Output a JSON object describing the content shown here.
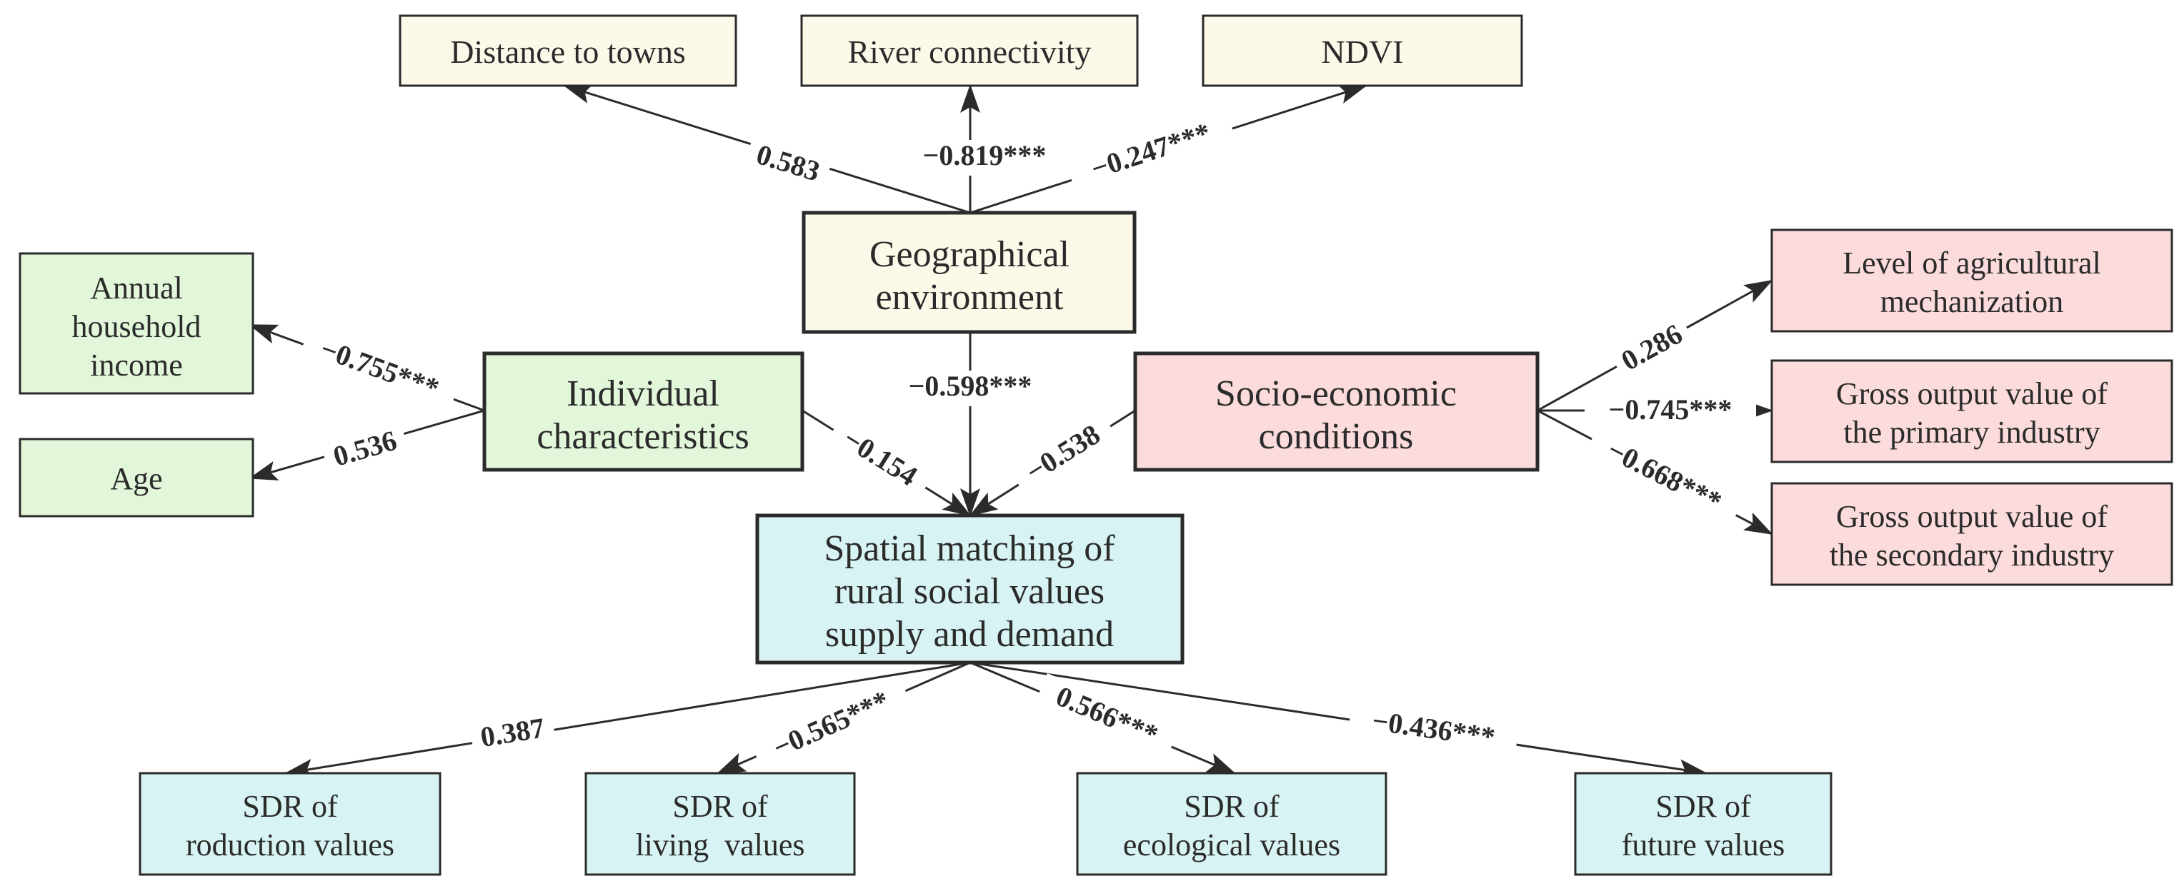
{
  "colors": {
    "geographic": "#fdf9e9",
    "individual": "#e2f6da",
    "socio": "#fbdbdb",
    "matching": "#d8f3f3",
    "stroke": "#2b2b2b",
    "text": "#2b2b2b"
  },
  "nodes": {
    "distance_towns": {
      "lines": [
        "Distance to towns"
      ]
    },
    "river_connectivity": {
      "lines": [
        "River connectivity"
      ]
    },
    "ndvi": {
      "lines": [
        "NDVI"
      ]
    },
    "geographical_env": {
      "lines": [
        "Geographical",
        "environment"
      ]
    },
    "annual_income": {
      "lines": [
        "Annual",
        "household",
        "income"
      ]
    },
    "age": {
      "lines": [
        "Age"
      ]
    },
    "individual_char": {
      "lines": [
        "Individual",
        "characteristics"
      ]
    },
    "socio_economic": {
      "lines": [
        "Socio-economic",
        "conditions"
      ]
    },
    "agri_mech": {
      "lines": [
        "Level of agricultural",
        "mechanization"
      ]
    },
    "primary_industry": {
      "lines": [
        "Gross output value of",
        "the primary industry"
      ]
    },
    "secondary_industry": {
      "lines": [
        "Gross output value of",
        "the secondary industry"
      ]
    },
    "spatial_matching": {
      "lines": [
        "Spatial matching of",
        "rural social values",
        "supply and demand"
      ]
    },
    "sdr_production": {
      "lines": [
        "SDR of",
        "roduction values"
      ]
    },
    "sdr_living": {
      "lines": [
        "SDR of",
        "living  values"
      ]
    },
    "sdr_ecological": {
      "lines": [
        "SDR of",
        "ecological values"
      ]
    },
    "sdr_future": {
      "lines": [
        "SDR of",
        "future values"
      ]
    }
  },
  "edges": {
    "geo_distance": "0.583",
    "geo_river": "−0.819***",
    "geo_ndvi": "−0.247***",
    "geo_matching": "−0.598***",
    "ind_income": "−0.755***",
    "ind_age": "0.536",
    "ind_matching": "−0.154",
    "socio_matching": "−0.538",
    "socio_agri": "0.286",
    "socio_primary": "−0.745***",
    "socio_secondary": "−0.668***",
    "match_production": "0.387",
    "match_living": "−0.565***",
    "match_ecological": "0.566***",
    "match_future": "−0.436***"
  }
}
